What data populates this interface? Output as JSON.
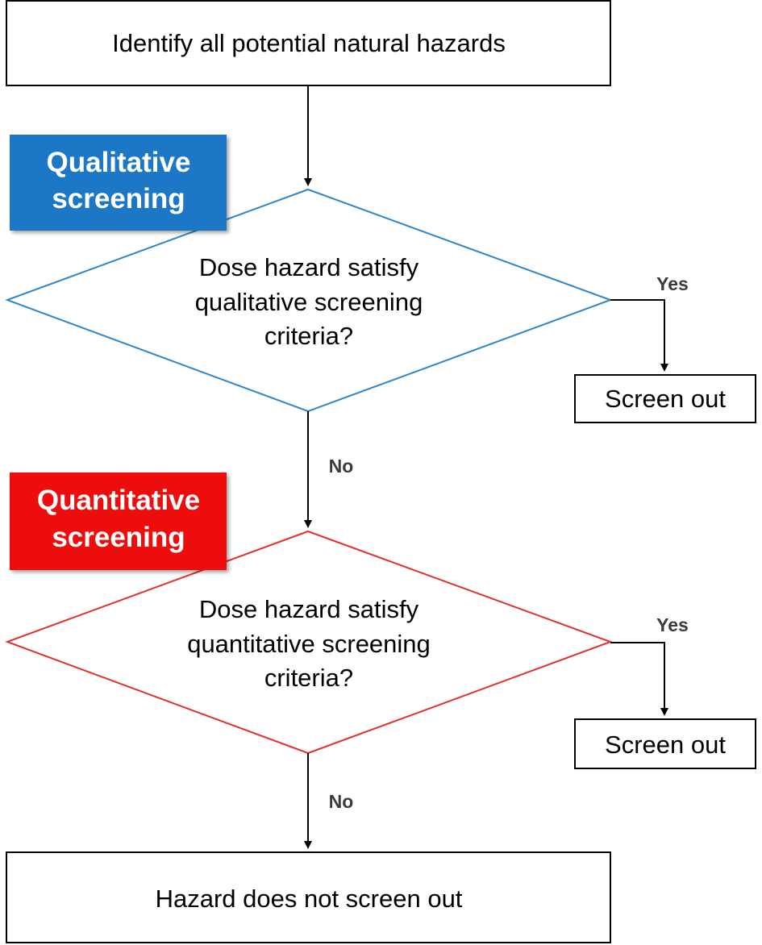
{
  "diagram": {
    "start_box": {
      "text": "Identify all potential natural hazards"
    },
    "stage_1": {
      "tag": {
        "line1": "Qualitative",
        "line2": "screening",
        "color": "#1e77c6"
      },
      "decision": {
        "line1": "Dose hazard satisfy",
        "line2": "qualitative screening",
        "line3": "criteria?",
        "stroke": "#2e86c8"
      },
      "yes_label": "Yes",
      "yes_outcome": "Screen out",
      "no_label": "No"
    },
    "stage_2": {
      "tag": {
        "line1": "Quantitative",
        "line2": "screening",
        "color": "#ee1111"
      },
      "decision": {
        "line1": "Dose hazard satisfy",
        "line2": "quantitative screening",
        "line3": "criteria?",
        "stroke": "#e53030"
      },
      "yes_label": "Yes",
      "yes_outcome": "Screen out",
      "no_label": "No"
    },
    "end_box": {
      "text": "Hazard does not screen out"
    }
  }
}
